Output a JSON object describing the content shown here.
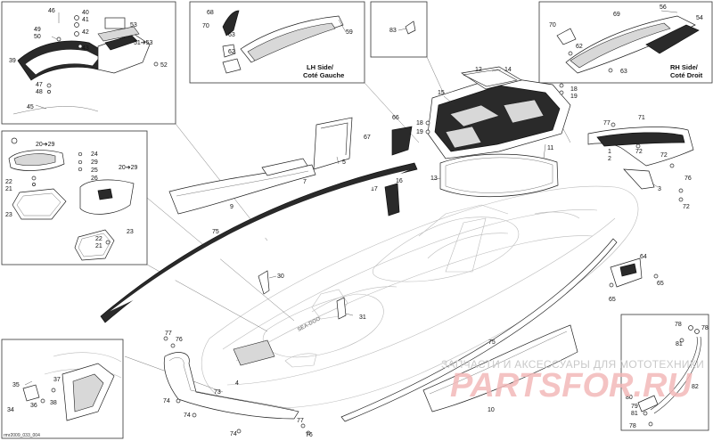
{
  "labels": {
    "l46": "46",
    "l40": "40",
    "l41": "41",
    "l49": "49",
    "l50": "50",
    "l42": "42",
    "l43": "43",
    "l53": "53",
    "l5153": "51➔53",
    "l39": "39",
    "l52": "52",
    "l47": "47",
    "l48": "48",
    "l45": "45",
    "l68": "68",
    "l70": "70",
    "l63a": "63",
    "l62a": "62",
    "l59": "59",
    "l83": "83",
    "l12": "12",
    "l14": "14",
    "l15": "15",
    "l18a": "18",
    "l19a": "19",
    "l18b": "18",
    "l19b": "19",
    "l66": "66",
    "l67": "67",
    "l11": "11",
    "l13": "13",
    "l16": "16",
    "l17": "17",
    "l70b": "70",
    "l69": "69",
    "l56": "56",
    "l62b": "62",
    "l63b": "63",
    "l54": "54",
    "l77a": "77",
    "l71": "71",
    "l1": "1",
    "l2": "2",
    "l72a": "72",
    "l72b": "72",
    "l3": "3",
    "l76a": "76",
    "l72c": "72",
    "l2029a": "20➔29",
    "l22a": "22",
    "l21a": "21",
    "l23a": "23",
    "l24": "24",
    "l29": "29",
    "l25": "25",
    "l26": "26",
    "l2029b": "20➔29",
    "l22b": "22",
    "l21b": "21",
    "l23b": "23",
    "l5": "5",
    "l7": "7",
    "l9": "9",
    "l75a": "75",
    "l30": "30",
    "l31": "31",
    "l4": "4",
    "l64": "64",
    "l65a": "65",
    "l65b": "65",
    "l75b": "75",
    "l78a": "78",
    "l78b": "78",
    "l81a": "81",
    "l82": "82",
    "l80": "80",
    "l79": "79",
    "l81b": "81",
    "l78c": "78",
    "l77b": "77",
    "l76b": "76",
    "l73": "73",
    "l74a": "74",
    "l74b": "74",
    "l74c": "74",
    "l77c": "77",
    "l76c": "76",
    "l10": "10",
    "l35": "35",
    "l37": "37",
    "l36": "36",
    "l38": "38",
    "l34": "34",
    "lh_side_line1": "LH Side/",
    "lh_side_line2": "Coté Gauche",
    "rh_side_line1": "RH Side/",
    "rh_side_line2": "Coté Droit"
  },
  "hull_logo": "SEA-DOO",
  "watermark_text": "ЗАПЧАСТИ И АКСЕССУАРЫ ДЛЯ МОТОТЕХНИКИ",
  "watermark_logo": "PARTSFOR.RU",
  "drawing_ref": "rmr2009_033_004"
}
